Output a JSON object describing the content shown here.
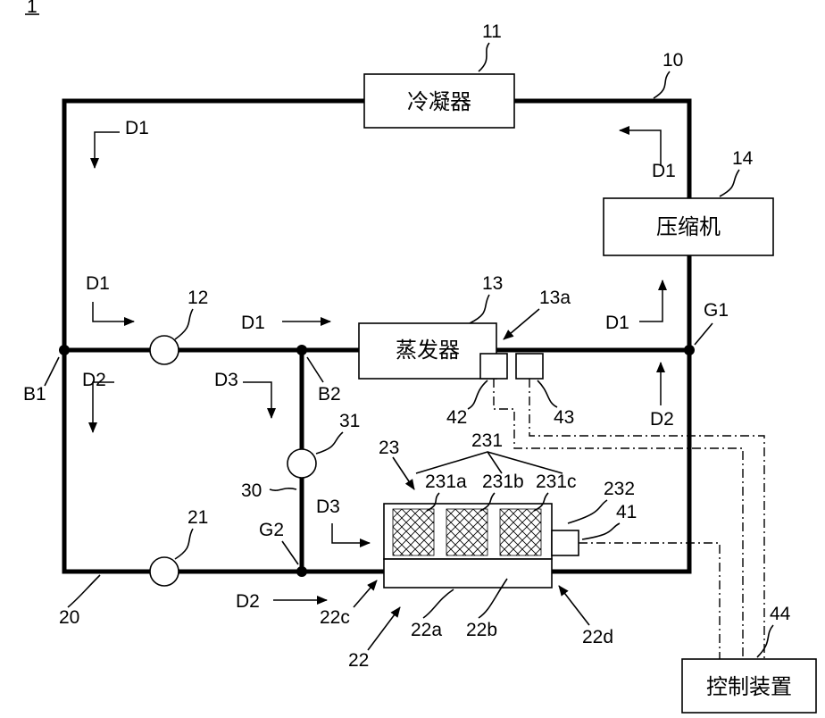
{
  "figure_number": "1",
  "components": {
    "condenser": "冷凝器",
    "compressor": "压缩机",
    "evaporator": "蒸发器",
    "controller": "控制装置"
  },
  "refs": {
    "r1": "1",
    "r10": "10",
    "r11": "11",
    "r12": "12",
    "r13": "13",
    "r13a": "13a",
    "r14": "14",
    "r20": "20",
    "r21": "21",
    "r22": "22",
    "r22a": "22a",
    "r22b": "22b",
    "r22c": "22c",
    "r22d": "22d",
    "r23": "23",
    "r30": "30",
    "r31": "31",
    "r41": "41",
    "r42": "42",
    "r43": "43",
    "r44": "44",
    "r231": "231",
    "r231a": "231a",
    "r231b": "231b",
    "r231c": "231c",
    "r232": "232"
  },
  "nodes": {
    "B1": "B1",
    "B2": "B2",
    "G1": "G1",
    "G2": "G2"
  },
  "flows": {
    "D1": "D1",
    "D2": "D2",
    "D3": "D3"
  }
}
